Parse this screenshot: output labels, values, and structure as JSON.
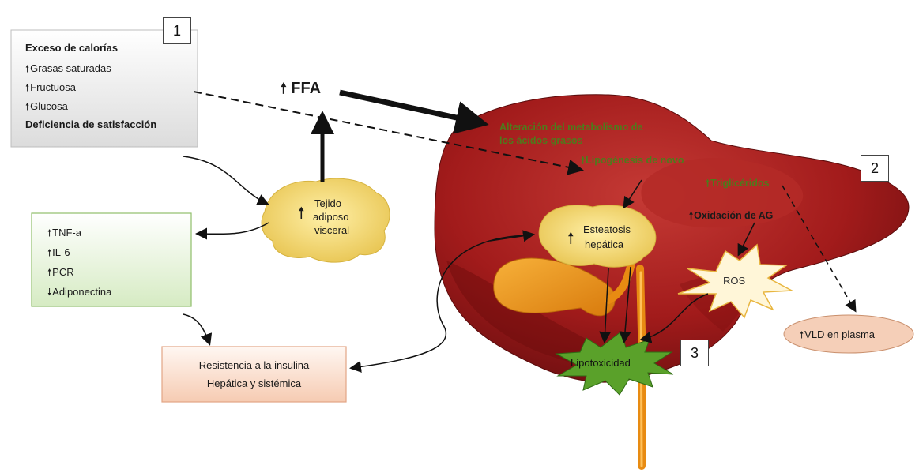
{
  "calories_box": {
    "number": "1",
    "line1": "Exceso de calorías",
    "line2": "Grasas saturadas",
    "line3": "Fructuosa",
    "line4": "Glucosa",
    "line5": "Deficiencia de satisfacción"
  },
  "ffa_label": "FFA",
  "adipose": {
    "line1": "Tejido",
    "line2": "adiposo",
    "line3": "visceral"
  },
  "inflammation_box": {
    "item1": "TNF-a",
    "item2": "IL-6",
    "item3": "PCR",
    "item4": "Adiponectina"
  },
  "insulin_box": {
    "line1": "Resistencia a la insulina",
    "line2": "Hepática y sistémica"
  },
  "liver": {
    "fatty_acid_line1": "Alteración del metabolismo de",
    "fatty_acid_line2": "los ácidos grasos",
    "lipogenesis": "Lipogénesis de novo",
    "triglycerides": "Triglicéridos",
    "oxidation": "Oxidación de AG",
    "steatosis_line1": "Esteatosis",
    "steatosis_line2": "hepática",
    "ros": "ROS",
    "lipotoxicity": "Lipotoxicidad"
  },
  "vld_label": "VLD en plasma",
  "box2_number": "2",
  "box3_number": "3",
  "colors": {
    "liver": "#a61c1c",
    "fat": "#f3d66b",
    "green_box": "#e4f1d8",
    "orange_box": "#f9d9c6"
  }
}
